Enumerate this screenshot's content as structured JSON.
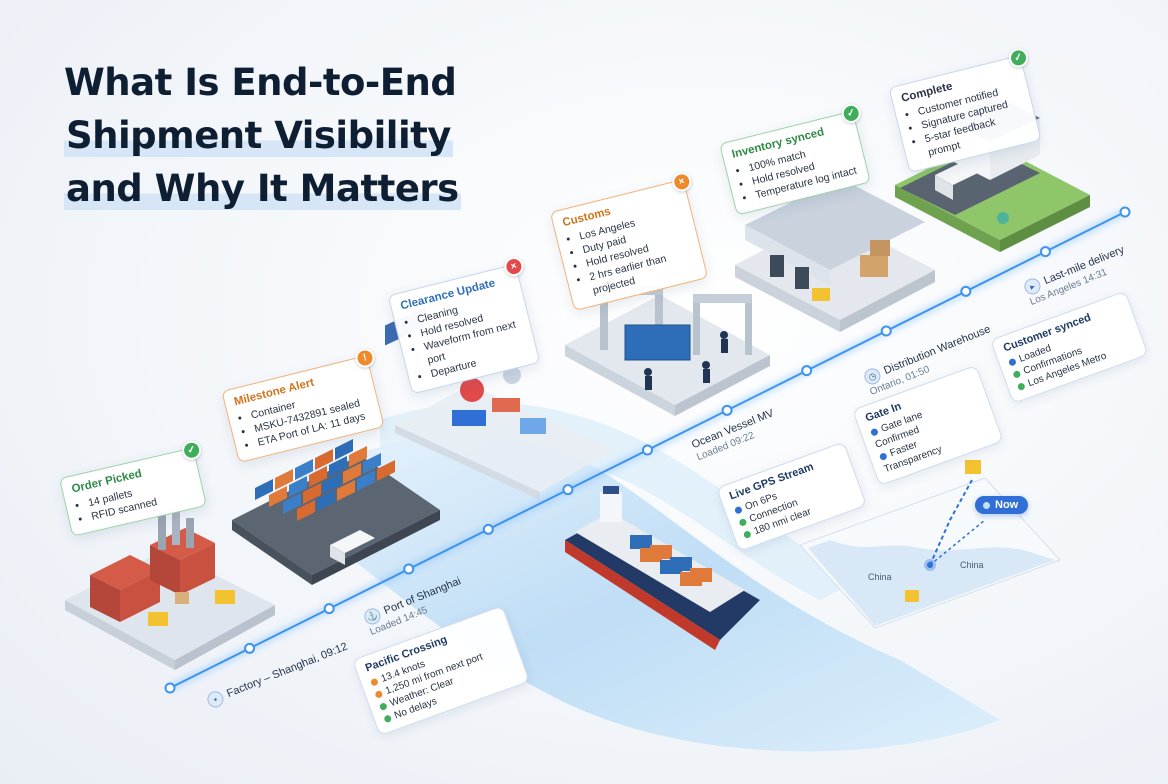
{
  "title": {
    "line1": "What Is End-to-End",
    "line2": "Shipment Visibility",
    "line3": "and Why It Matters"
  },
  "cards": {
    "order_picked": {
      "title": "Order Picked",
      "items": [
        "14 pallets",
        "RFID scanned"
      ]
    },
    "milestone_alert": {
      "title": "Milestone Alert",
      "items": [
        "Container",
        "MSKU-7432891 sealed",
        "ETA Port of LA: 11 days"
      ]
    },
    "clearance_update": {
      "title": "Clearance Update",
      "items": [
        "Cleaning",
        "Hold resolved",
        "Waveform from next port",
        "Departure"
      ]
    },
    "customs": {
      "title": "Customs",
      "items": [
        "Los Angeles",
        "Duty paid",
        "Hold resolved",
        "2 hrs earlier than projected"
      ]
    },
    "inventory_synced": {
      "title": "Inventory synced",
      "items": [
        "100% match",
        "Hold resolved",
        "Temperature log intact"
      ]
    },
    "complete": {
      "title": "Complete",
      "items": [
        "Customer notified",
        "Signature captured",
        "5-star feedback prompt"
      ]
    }
  },
  "timeline": [
    {
      "label": "Factory",
      "sub": "Shanghai, 09:12"
    },
    {
      "label": "Port of Shanghai",
      "sub": "Loaded 14:45"
    },
    {
      "label": "Ocean Vessel MV",
      "sub": "Loaded 09:22"
    },
    {
      "label": "Distribution Warehouse",
      "sub": "Ontario, 01:50"
    },
    {
      "label": "Last-mile delivery",
      "sub": "Los Angeles 14:31"
    }
  ],
  "minis": {
    "pacific": {
      "title": "Pacific Crossing",
      "rows": [
        "13.4 knots",
        "1,250 mi from next port",
        "Weather: Clear",
        "No delays"
      ]
    },
    "gps": {
      "title": "Live GPS Stream",
      "rows": [
        "On 6Ps",
        "Connection",
        "180 nmi clear"
      ]
    },
    "gate": {
      "title": "Gate In",
      "rows": [
        "Gate lane",
        "Confirmed",
        "Faster",
        "Transparency"
      ]
    },
    "customer": {
      "title": "Customer synced",
      "rows": [
        "Loaded",
        "Confirmations",
        "Los Angeles Metro"
      ]
    }
  },
  "map": {
    "now": "Now",
    "labels": [
      "China",
      "China"
    ]
  },
  "colors": {
    "accent": "#2f6fd6",
    "timeline_glow": "#5aa9ff",
    "ok": "#3fae5a",
    "warn": "#ee8a2c",
    "err": "#e24b4b",
    "water": "#cfe4f6"
  }
}
